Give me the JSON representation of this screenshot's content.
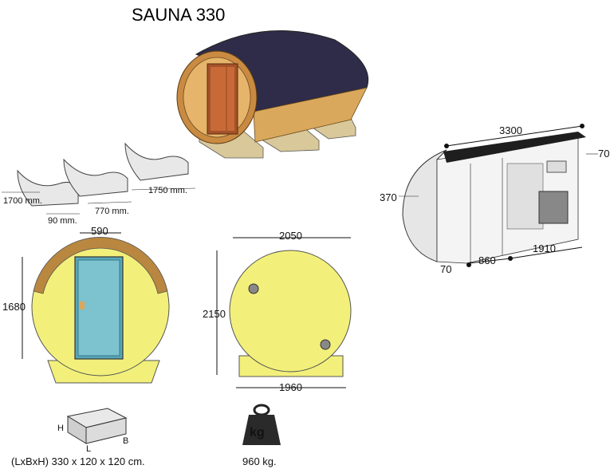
{
  "title": "SAUNA 330",
  "supports": {
    "length_label": "1700 mm.",
    "width_label": "90 mm.",
    "spacing_label": "770 mm.",
    "outer_label": "1750 mm."
  },
  "top_view": {
    "length": "3300",
    "wall_right": "70",
    "radius": "370",
    "wall_left": "70",
    "room1": "860",
    "room2": "1910"
  },
  "front_view": {
    "door_width": "590",
    "door_height": "1680"
  },
  "back_view": {
    "width": "2050",
    "height": "2150",
    "base_width": "1960"
  },
  "package": {
    "h_label": "H",
    "l_label": "L",
    "b_label": "B",
    "dims_text": "(LxBxH) 330 x 120 x 120 cm."
  },
  "weight": {
    "unit_label": "kg",
    "value_text": "960 kg."
  },
  "colors": {
    "wood": "#f2f07a",
    "wood_dark": "#b9873f",
    "roof": "#2e2c48",
    "glass": "#5aa6b8"
  }
}
